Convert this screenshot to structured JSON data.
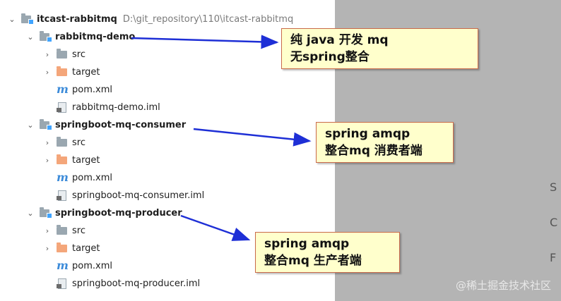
{
  "project": {
    "name": "itcast-rabbitmq",
    "path": "D:\\git_repository\\110\\itcast-rabbitmq",
    "modules": [
      {
        "name": "rabbitmq-demo",
        "children": [
          {
            "label": "src",
            "icon": "folder-icon"
          },
          {
            "label": "target",
            "icon": "target-folder-icon"
          },
          {
            "label": "pom.xml",
            "icon": "maven-icon"
          },
          {
            "label": "rabbitmq-demo.iml",
            "icon": "iml-file-icon"
          }
        ]
      },
      {
        "name": "springboot-mq-consumer",
        "children": [
          {
            "label": "src",
            "icon": "folder-icon"
          },
          {
            "label": "target",
            "icon": "target-folder-icon"
          },
          {
            "label": "pom.xml",
            "icon": "maven-icon"
          },
          {
            "label": "springboot-mq-consumer.iml",
            "icon": "iml-file-icon"
          }
        ]
      },
      {
        "name": "springboot-mq-producer",
        "children": [
          {
            "label": "src",
            "icon": "folder-icon"
          },
          {
            "label": "target",
            "icon": "target-folder-icon"
          },
          {
            "label": "pom.xml",
            "icon": "maven-icon"
          },
          {
            "label": "springboot-mq-producer.iml",
            "icon": "iml-file-icon"
          }
        ]
      }
    ]
  },
  "annotations": [
    {
      "line1": "纯 java  开发 mq",
      "line2": "无spring整合"
    },
    {
      "line1": "spring amqp",
      "line2": " 整合mq 消费者端"
    },
    {
      "line1": "spring amqp",
      "line2": "整合mq 生产者端"
    }
  ],
  "watermark": "@稀土掘金技术社区",
  "edge_chars": [
    "S",
    "C",
    "F"
  ],
  "colors": {
    "arrow": "#1e2fd6",
    "note_bg": "#ffffcc",
    "note_border": "#c96a4a",
    "right_panel": "#b4b4b4"
  }
}
